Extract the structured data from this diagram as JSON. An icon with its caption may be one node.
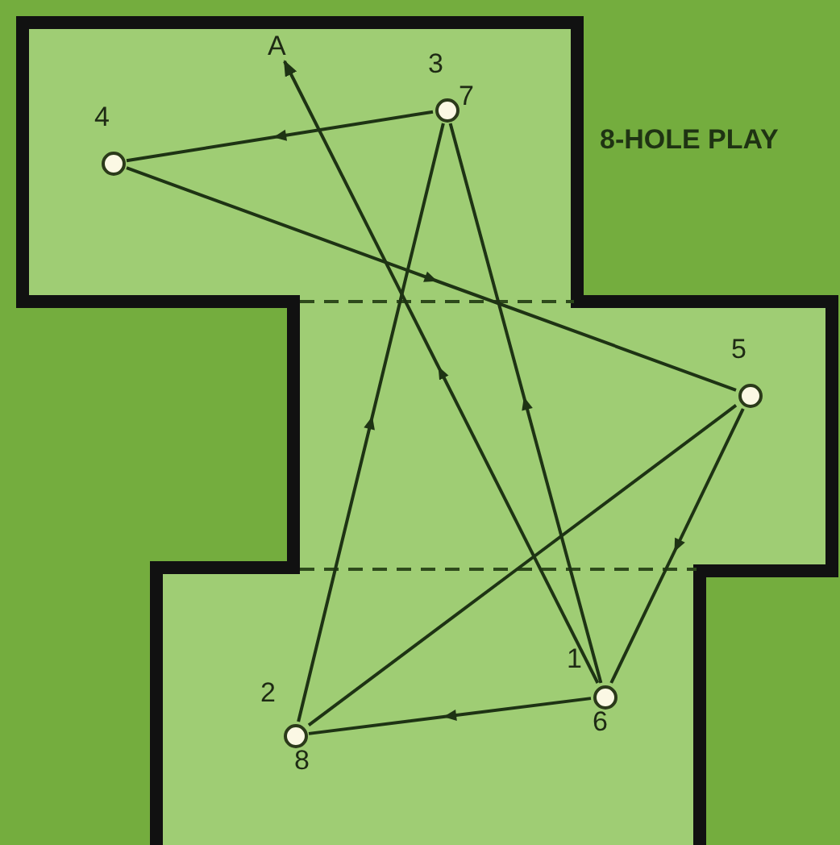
{
  "diagram": {
    "title": "8-HOLE PLAY",
    "nodes": [
      {
        "text": [
          "A"
        ]
      },
      {
        "text": [
          "4"
        ]
      },
      {
        "text": [
          "3",
          "7"
        ]
      },
      {
        "text": [
          "5"
        ]
      },
      {
        "text": [
          "1",
          "6"
        ]
      },
      {
        "text": [
          "2",
          "8"
        ]
      }
    ],
    "edges": [
      {
        "from": 4,
        "to": 5,
        "arrow": "to"
      },
      {
        "from": 5,
        "to": 2,
        "arrow": "to"
      },
      {
        "from": 2,
        "to": 1,
        "arrow": "to"
      },
      {
        "from": 1,
        "to": 3,
        "arrow": "to"
      },
      {
        "from": 3,
        "to": 4,
        "arrow": "to"
      },
      {
        "from": 4,
        "to": 2,
        "arrow": "to"
      },
      {
        "from": 5,
        "to": 3,
        "arrow": "none"
      },
      {
        "from": 4,
        "to": 0,
        "arrow": "to"
      }
    ]
  }
}
